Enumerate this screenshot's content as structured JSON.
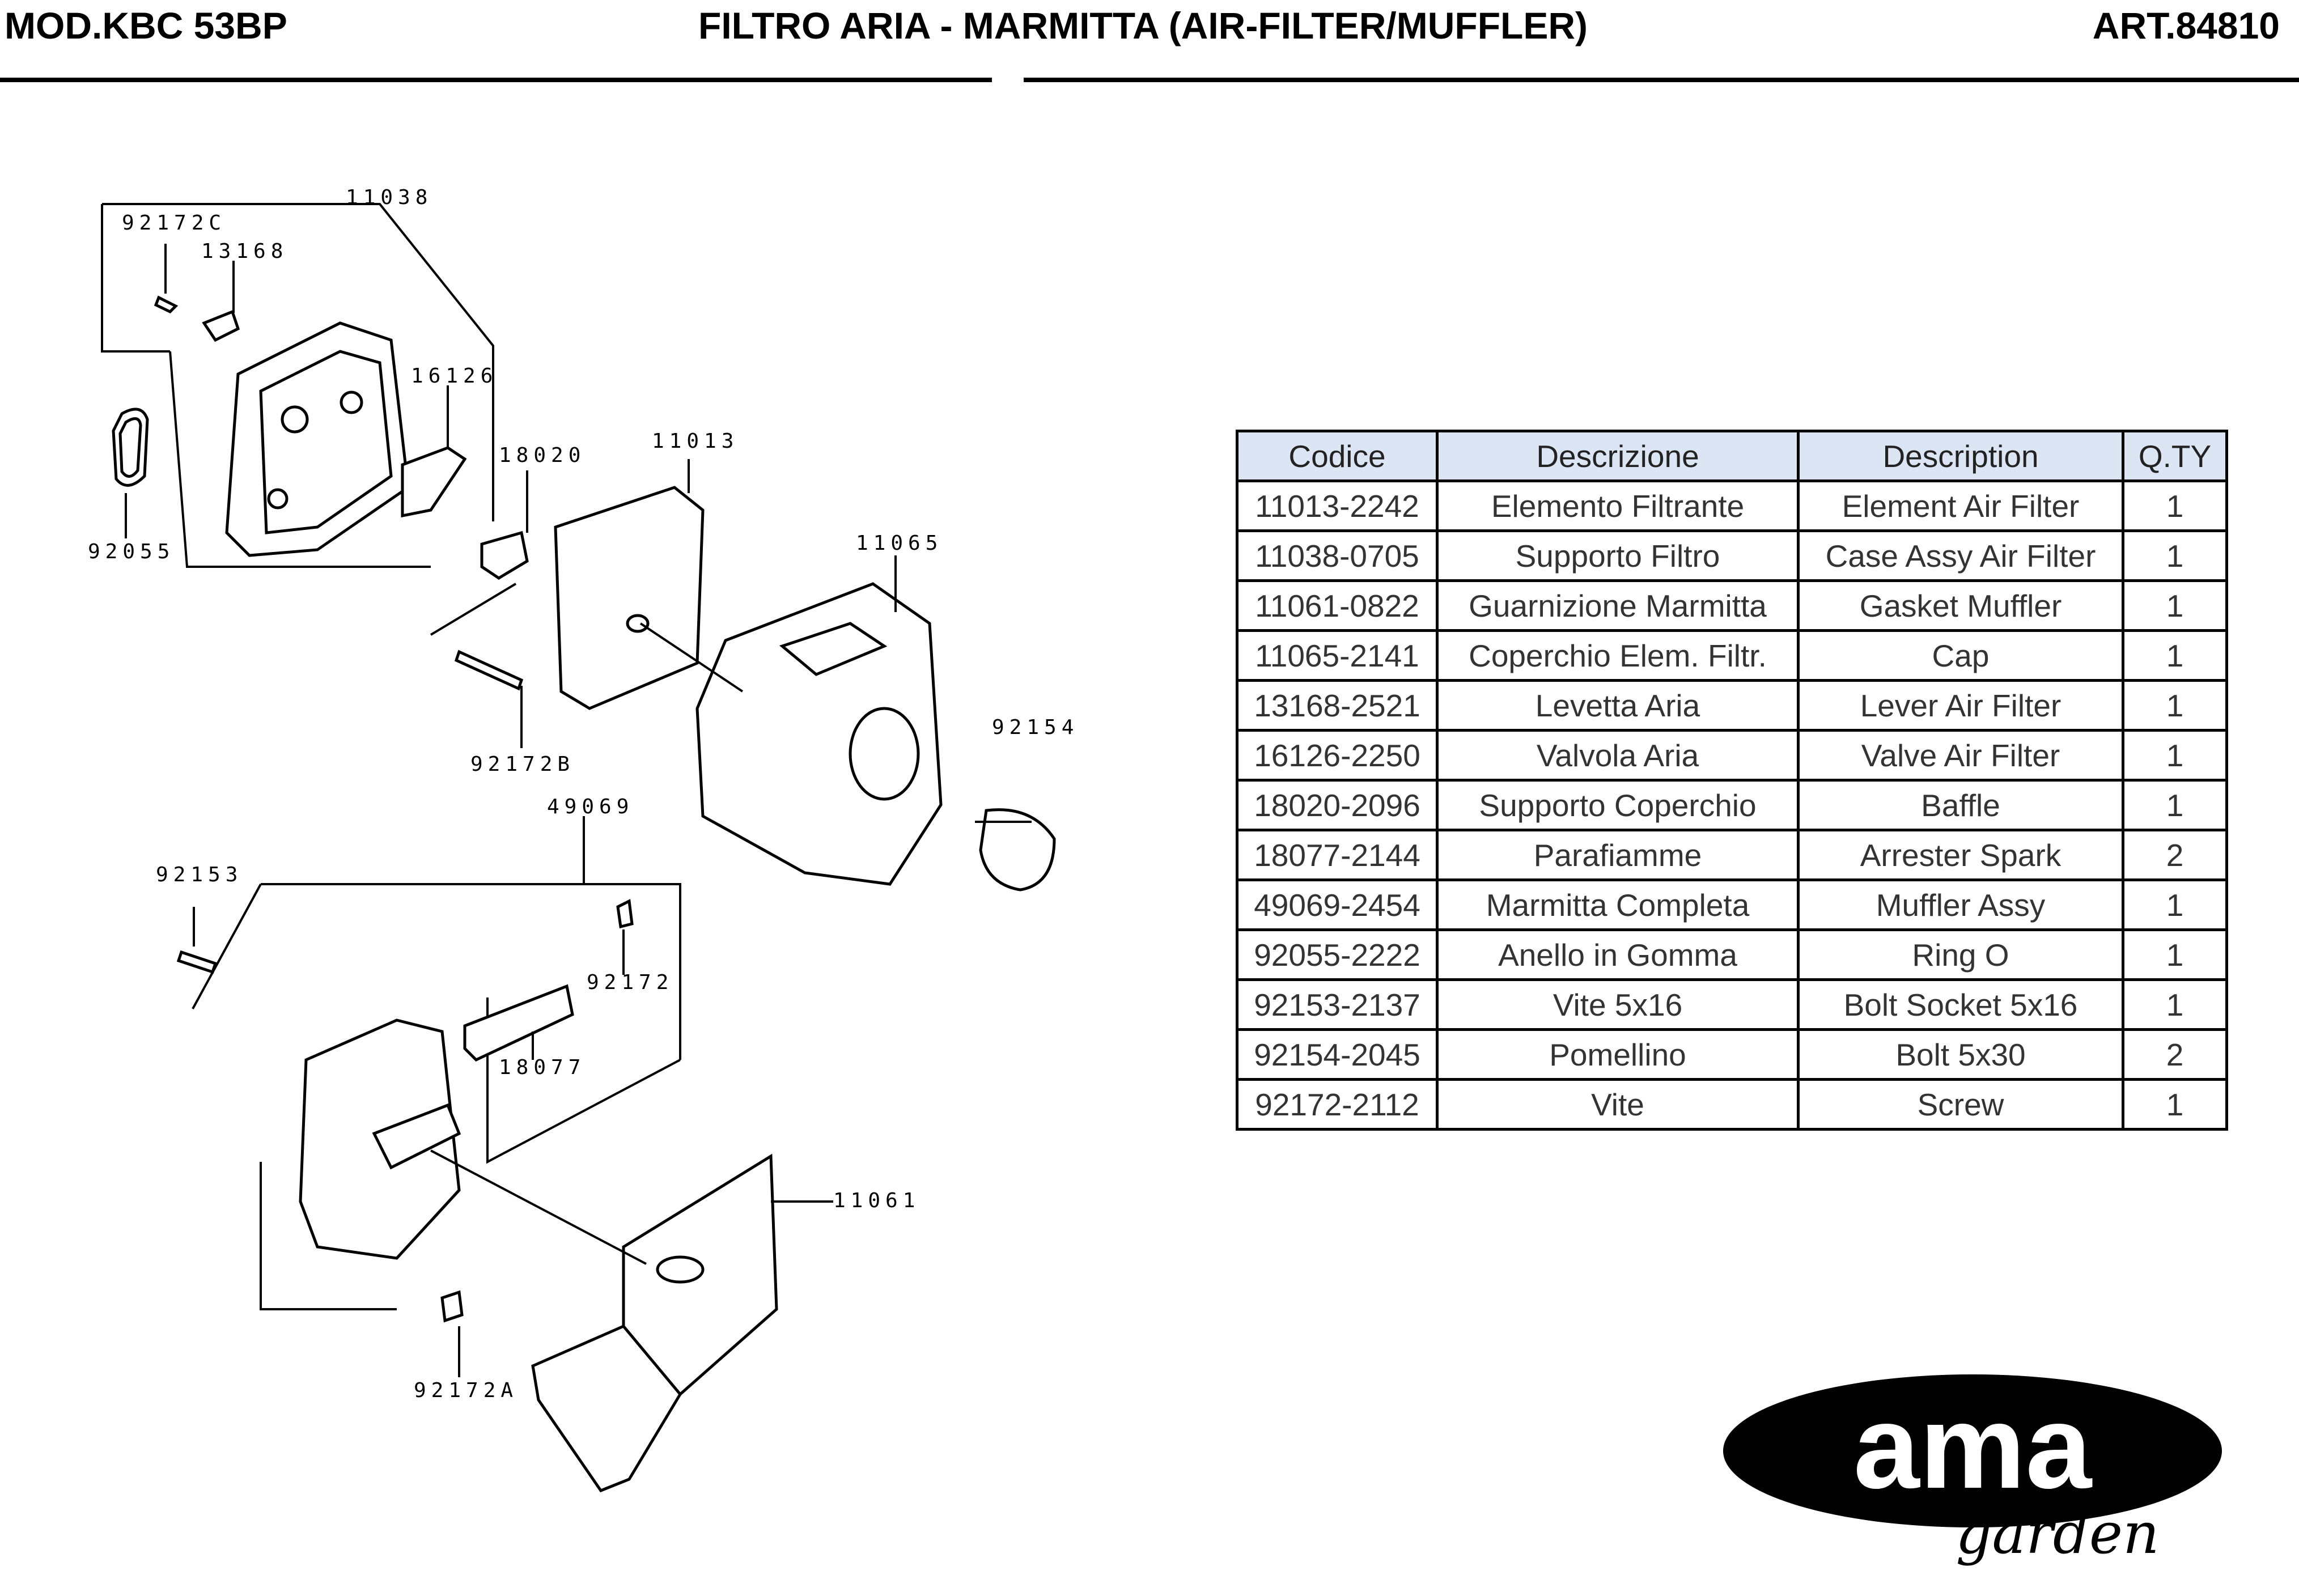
{
  "header": {
    "model": "MOD.KBC 53BP",
    "title": "FILTRO ARIA - MARMITTA (AIR-FILTER/MUFFLER)",
    "article": "ART.84810"
  },
  "diagram": {
    "callouts": [
      "11038",
      "92172C",
      "13168",
      "16126",
      "18020",
      "11013",
      "92055",
      "11065",
      "92154",
      "92172B",
      "49069",
      "92153",
      "92172",
      "18077",
      "11061",
      "92172A"
    ]
  },
  "table": {
    "headers": [
      "Codice",
      "Descrizione",
      "Description",
      "Q.TY"
    ],
    "rows": [
      [
        "11013-2242",
        "Elemento Filtrante",
        "Element Air Filter",
        "1"
      ],
      [
        "11038-0705",
        "Supporto Filtro",
        "Case Assy Air Filter",
        "1"
      ],
      [
        "11061-0822",
        "Guarnizione Marmitta",
        "Gasket Muffler",
        "1"
      ],
      [
        "11065-2141",
        "Coperchio Elem. Filtr.",
        "Cap",
        "1"
      ],
      [
        "13168-2521",
        "Levetta Aria",
        "Lever Air Filter",
        "1"
      ],
      [
        "16126-2250",
        "Valvola Aria",
        "Valve Air Filter",
        "1"
      ],
      [
        "18020-2096",
        "Supporto Coperchio",
        "Baffle",
        "1"
      ],
      [
        "18077-2144",
        "Parafiamme",
        "Arrester Spark",
        "2"
      ],
      [
        "49069-2454",
        "Marmitta Completa",
        "Muffler Assy",
        "1"
      ],
      [
        "92055-2222",
        "Anello in Gomma",
        "Ring O",
        "1"
      ],
      [
        "92153-2137",
        "Vite 5x16",
        "Bolt Socket 5x16",
        "1"
      ],
      [
        "92154-2045",
        "Pomellino",
        "Bolt 5x30",
        "2"
      ],
      [
        "92172-2112",
        "Vite",
        "Screw",
        "1"
      ]
    ]
  },
  "logo": {
    "brand": "ama",
    "sub": "garden"
  }
}
